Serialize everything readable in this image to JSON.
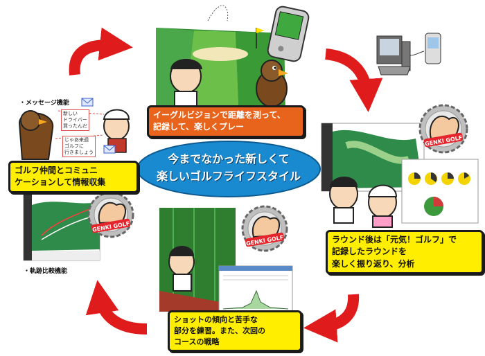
{
  "center": {
    "line1": "今までなかった新しくて",
    "line2": "楽しいゴルフライフスタイル"
  },
  "steps": [
    {
      "text1": "イーグルビジョンで距離を測って、",
      "text2": "記録して、楽しくプレー"
    },
    {
      "text1": "ラウンド後は「元気！ゴルフ」で",
      "text2": "記録したラウンドを",
      "text3": "楽しく振り返り、分析"
    },
    {
      "text1": "ショットの傾向と苦手な",
      "text2": "部分を練習。また、次回の",
      "text3": "コースの戦略"
    },
    {
      "text1": "ゴルフ仲間とコミュニ",
      "text2": "ケーションして情報収集"
    }
  ],
  "labels": {
    "message": "・メッセージ機能",
    "trajectory": "・軌跡比較機能"
  },
  "bubbles": {
    "b1": [
      "新しい",
      "ドライバー",
      "買ったんだ"
    ],
    "b2": [
      "じゃあ来週",
      "ゴルフに",
      "行きましょう"
    ]
  },
  "logo": "GENKI GOLF",
  "colors": {
    "arrow": "#e01b1b",
    "center_fill": "#1a8ad0",
    "orange_box": "#e8631c",
    "yellow_box": "#ffee00"
  }
}
